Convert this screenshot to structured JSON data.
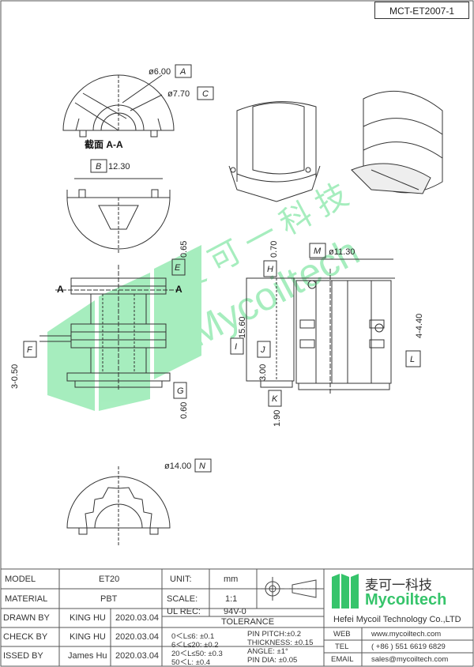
{
  "drawing_code": "MCT-ET2007-1",
  "section_label": "截面  A-A",
  "dims": {
    "A": "A",
    "A_val": "ø6.00",
    "C": "C",
    "C_val": "ø7.70",
    "B": "B",
    "B_val": "12.30",
    "E": "E",
    "E_val": "0.65",
    "H": "H",
    "H_val": "0.70",
    "M": "M",
    "M_val": "ø11.30",
    "F": "F",
    "F_val": "3-0.50",
    "I": "I",
    "I_val": "15.60",
    "J": "J",
    "J_val": "3.00",
    "L": "L",
    "L_val": "4-4.40",
    "G": "G",
    "G_val": "0.60",
    "K": "K",
    "K_val": "1.90",
    "N": "N",
    "N_val": "ø14.00",
    "sectionA": "A"
  },
  "watermark": {
    "cn": "麦 可 一 科 技",
    "en": "Mycoiltech"
  },
  "title_block": {
    "model_label": "MODEL",
    "model_value": "ET20",
    "material_label": "MATERIAL",
    "material_value": "PBT",
    "drawn_label": "DRAWN BY",
    "drawn_name": "KING HU",
    "drawn_date": "2020.03.04",
    "check_label": "CHECK BY",
    "check_name": "KING HU",
    "check_date": "2020.03.04",
    "issued_label": "ISSED BY",
    "issued_name": "James Hu",
    "issued_date": "2020.03.04",
    "unit_label": "UNIT:",
    "unit_value": "mm",
    "scale_label": "SCALE:",
    "scale_value": "1:1",
    "ulrec_label": "UL REC:",
    "ulrec_value": "94V-0",
    "tolerance_label": "TOLERANCE",
    "tol1": "0＜L≤6: ±0.1",
    "tol2": "6＜L≤20: ±0.2",
    "tol3": "20＜L≤50: ±0.3",
    "tol4": "50＜L: ±0.4",
    "tol5": "PIN PITCH:±0.2",
    "tol6": "THICKNESS: ±0.15",
    "tol7": "ANGLE: ±1°",
    "tol8": "PIN DIA: ±0.05",
    "company_cn": "麦可一科技",
    "company_en": "Mycoiltech",
    "company_full": "Hefei Mycoil Technology Co.,LTD",
    "web_label": "WEB",
    "web_value": "www.mycoiltech.com",
    "tel_label": "TEL",
    "tel_value": "( +86 ) 551 6619 6829",
    "email_label": "EMAIL",
    "email_value": "sales@mycoiltech.com"
  }
}
